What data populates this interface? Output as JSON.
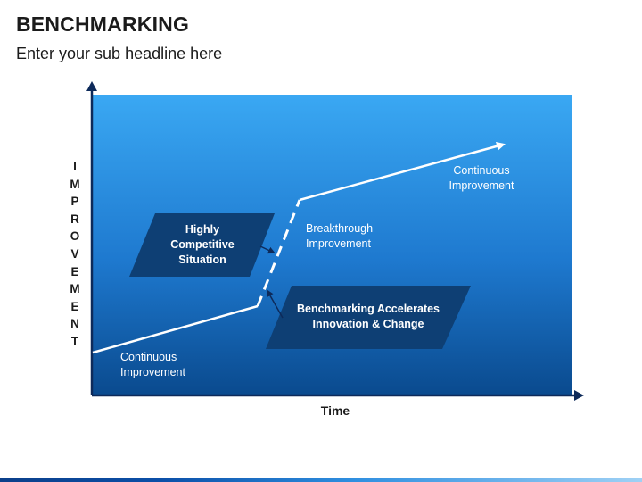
{
  "header": {
    "title": "BENCHMARKING",
    "subtitle": "Enter your sub headline here"
  },
  "axes": {
    "y_label_letters": [
      "I",
      "M",
      "P",
      "R",
      "O",
      "V",
      "E",
      "M",
      "E",
      "N",
      "T"
    ],
    "x_label": "Time"
  },
  "labels": {
    "continuous_improvement_top": [
      "Continuous",
      "Improvement"
    ],
    "breakthrough_improvement": [
      "Breakthrough",
      "Improvement"
    ],
    "continuous_improvement_bottom": [
      "Continuous",
      "Improvement"
    ]
  },
  "boxes": {
    "highly_competitive": [
      "Highly",
      "Competitive",
      "Situation"
    ],
    "benchmarking_accelerates": [
      "Benchmarking Accelerates",
      "Innovation & Change"
    ]
  },
  "colors": {
    "panel_top": "#3aa8f3",
    "panel_bottom": "#0a4a8e",
    "box_fill": "#0e3f74",
    "axis": "#0d2a5a",
    "line": "#ffffff"
  }
}
